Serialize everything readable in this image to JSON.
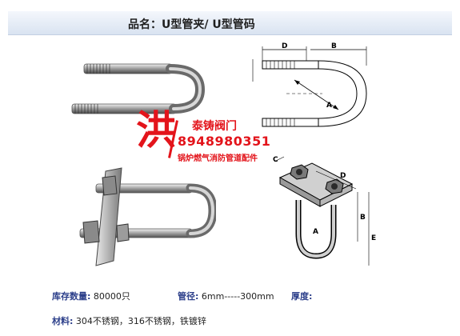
{
  "header": {
    "title": "品名：U型管夹/ U型管码"
  },
  "watermark": {
    "char": "洪",
    "company": "泰铸阀门",
    "phone": "8948980351",
    "tagline": "锅炉燃气消防管道配件"
  },
  "diagram_top": {
    "labels": [
      "D",
      "B",
      "A"
    ]
  },
  "diagram_bottom": {
    "labels": [
      "C",
      "D",
      "A",
      "B",
      "E"
    ]
  },
  "specs": {
    "stock_label": "库存数量:",
    "stock_value": "80000只",
    "size_label": "管径:",
    "size_value": "6mm-----300mm",
    "thickness_label": "厚度:",
    "material_label": "材料:",
    "material_value": "304不锈钢，316不锈钢，铁镀锌"
  }
}
